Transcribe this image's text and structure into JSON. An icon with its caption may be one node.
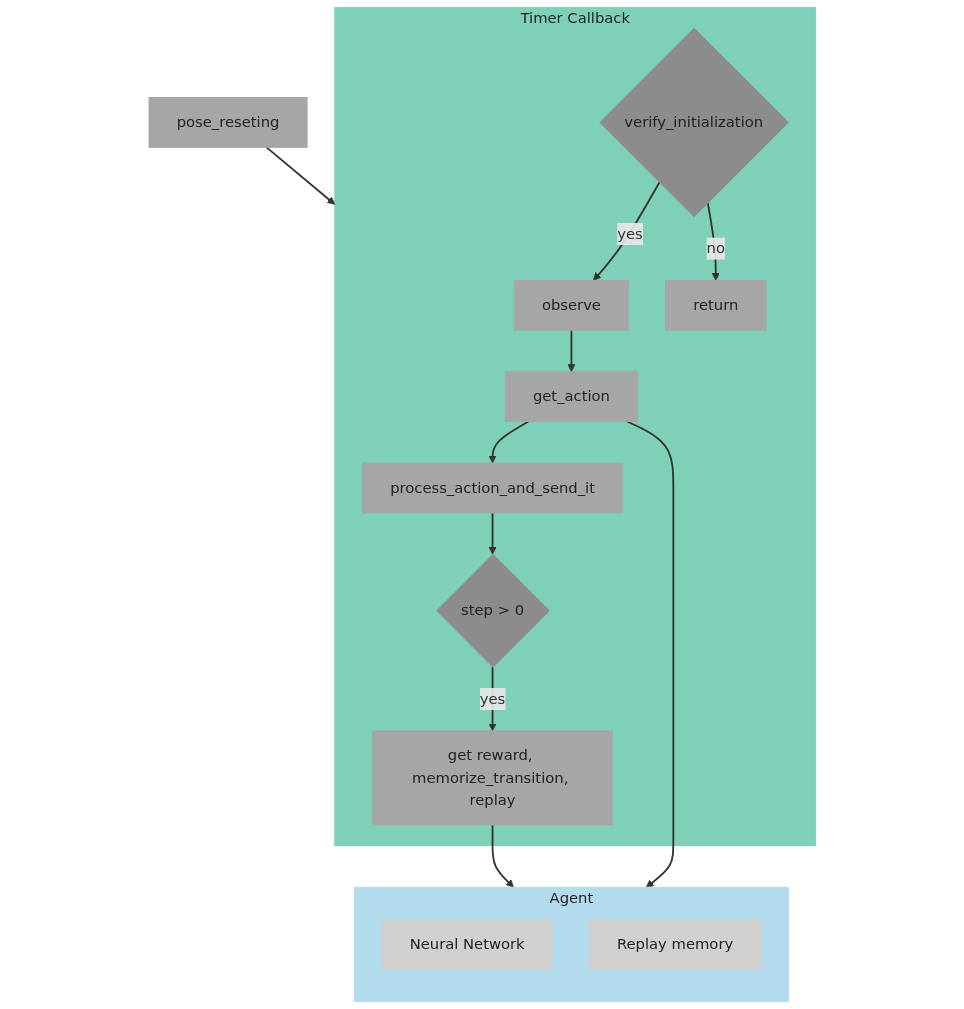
{
  "diagram": {
    "nodes": [
      {
        "text": [
          "pose_reseting"
        ]
      },
      {
        "text": [
          "Timer Callback"
        ]
      },
      {
        "text": [
          "observe"
        ],
        "in": 1
      },
      {
        "text": [
          "verify_initialization"
        ],
        "in": 1
      },
      {
        "text": [
          "return"
        ],
        "in": 1
      },
      {
        "text": [
          "get_action"
        ],
        "in": 1
      },
      {
        "text": [
          "process_action_and_send_it"
        ],
        "in": 1
      },
      {
        "text": [
          "step > 0"
        ],
        "in": 1
      },
      {
        "text": [
          "get reward, memorize_transition, replay"
        ],
        "in": 1
      },
      {
        "text": [
          "Agent"
        ]
      },
      {
        "text": [
          "Neural Network"
        ],
        "in": 9
      },
      {
        "text": [
          "Replay memory"
        ],
        "in": 9
      }
    ],
    "edges": [
      {
        "from": 0,
        "to": 1,
        "arrow": "to"
      },
      {
        "from": 3,
        "to": 2,
        "arrow": "to",
        "label": "yes"
      },
      {
        "from": 3,
        "to": 4,
        "arrow": "to",
        "label": "no"
      },
      {
        "from": 2,
        "to": 5,
        "arrow": "to"
      },
      {
        "from": 5,
        "to": 9,
        "arrow": "to"
      },
      {
        "from": 5,
        "to": 6,
        "arrow": "to"
      },
      {
        "from": 6,
        "to": 7,
        "arrow": "to"
      },
      {
        "from": 7,
        "to": 8,
        "arrow": "to",
        "label": "yes"
      },
      {
        "from": 8,
        "to": 9,
        "arrow": "to"
      }
    ]
  }
}
